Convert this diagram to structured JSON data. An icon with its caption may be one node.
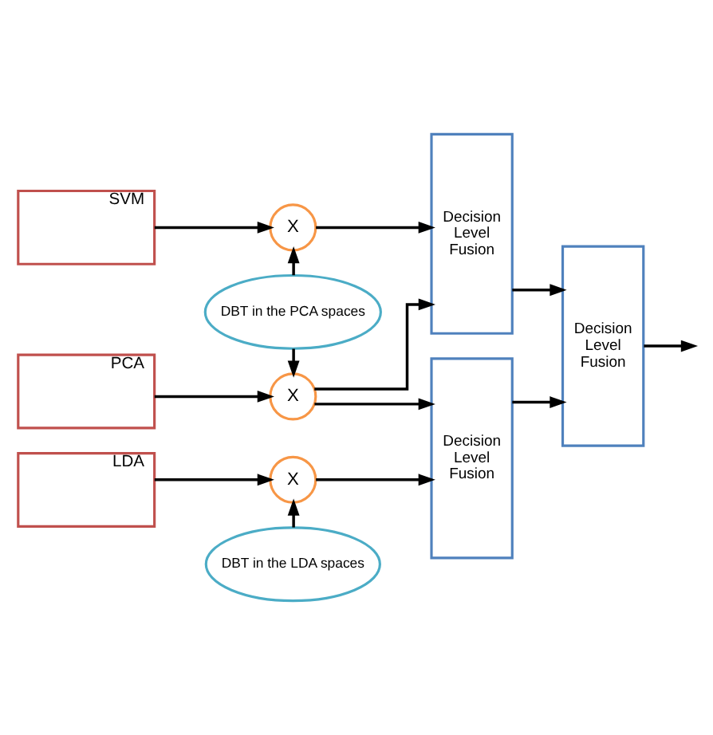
{
  "diagram": {
    "nodes": [
      {
        "text": [
          "SVM"
        ]
      },
      {
        "text": [
          "X"
        ]
      },
      {
        "text": [
          "DBT in the PCA spaces"
        ]
      },
      {
        "text": [
          "PCA"
        ]
      },
      {
        "text": [
          "X"
        ]
      },
      {
        "text": [
          "LDA"
        ]
      },
      {
        "text": [
          "X"
        ]
      },
      {
        "text": [
          "DBT in the LDA spaces"
        ]
      },
      {
        "text": [
          "Decision Level Fusion"
        ]
      },
      {
        "text": [
          "Decision Level Fusion"
        ]
      },
      {
        "text": [
          "Decision Level Fusion"
        ]
      }
    ],
    "edges": [
      {
        "from": 0,
        "to": 1,
        "arrow": "to"
      },
      {
        "from": 2,
        "to": 1,
        "arrow": "to"
      },
      {
        "from": 2,
        "to": 4,
        "arrow": "to"
      },
      {
        "from": 1,
        "to": 8,
        "arrow": "to"
      },
      {
        "from": 3,
        "to": 4,
        "arrow": "to"
      },
      {
        "from": 4,
        "to": 8,
        "arrow": "to"
      },
      {
        "from": 4,
        "to": 9,
        "arrow": "to"
      },
      {
        "from": 5,
        "to": 6,
        "arrow": "to"
      },
      {
        "from": 7,
        "to": 6,
        "arrow": "to"
      },
      {
        "from": 6,
        "to": 9,
        "arrow": "to"
      },
      {
        "from": 8,
        "to": 10,
        "arrow": "to"
      },
      {
        "from": 9,
        "to": 10,
        "arrow": "to"
      },
      {
        "from": 10,
        "to": null,
        "arrow": "to"
      }
    ]
  }
}
